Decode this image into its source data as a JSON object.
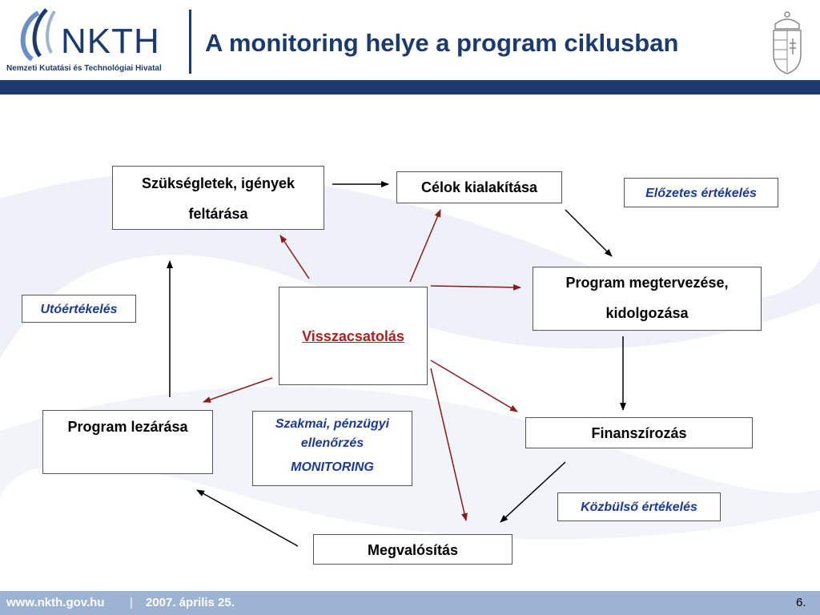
{
  "header": {
    "logo_text": "NKTH",
    "logo_subtitle": "Nemzeti Kutatási és Technológiai Hivatal",
    "title": "A monitoring helye a program ciklusban"
  },
  "diagram": {
    "nodes": {
      "needs_line1": "Szükségletek, igények",
      "needs_line2": "feltárása",
      "goals": "Célok kialakítása",
      "plan_line1": "Program megtervezése,",
      "plan_line2": "kidolgozása",
      "feedback": "Visszacsatolás",
      "finance": "Finanszírozás",
      "close": "Program lezárása",
      "implementation": "Megvalósítás"
    },
    "evaluations": {
      "pre": "Előzetes értékelés",
      "post": "Utóértékelés",
      "mid": "Közbülső értékelés",
      "monitor_line1": "Szakmai, pénzügyi ellenőrzés",
      "monitor_line2": "MONITORING"
    },
    "colors": {
      "primary_navy": "#1b3a6e",
      "eval_text": "#1b3a96",
      "feedback_red": "#b81c1c",
      "feedback_arrow": "#8b1a1a"
    }
  },
  "footer": {
    "url": "www.nkth.gov.hu",
    "separator": "|",
    "date": "2007. április 25.",
    "page": "6."
  }
}
